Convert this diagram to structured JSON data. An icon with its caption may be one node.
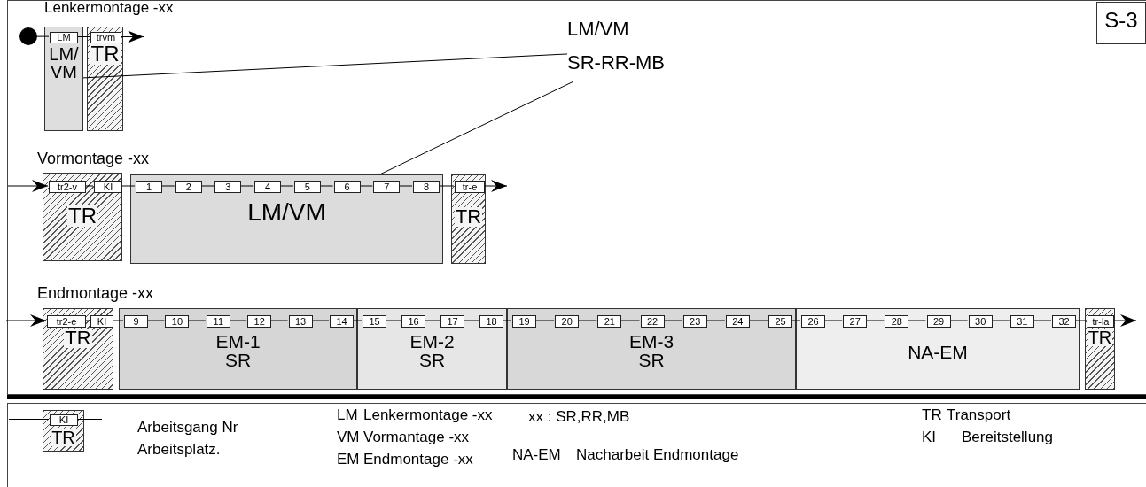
{
  "diagram": {
    "nodes": [
      {
        "text": [],
        "shape": "circle"
      },
      {
        "text": [
          "LM/VM"
        ]
      },
      {
        "text": [
          "LM"
        ],
        "in": 1
      },
      {
        "text": [
          "TR"
        ]
      },
      {
        "text": [
          "trvm"
        ],
        "in": 3
      },
      {
        "text": [
          "LM/VM",
          "SR-RR-MB"
        ]
      },
      {
        "text": [
          "S-3"
        ]
      },
      {
        "text": [
          "TR"
        ]
      },
      {
        "text": [
          "tr2-v"
        ],
        "in": 7
      },
      {
        "text": [
          "KI"
        ],
        "in": 7
      },
      {
        "text": [
          "LM/VM"
        ]
      },
      {
        "text": [
          "1"
        ],
        "in": 10
      },
      {
        "text": [
          "2"
        ],
        "in": 10
      },
      {
        "text": [
          "3"
        ],
        "in": 10
      },
      {
        "text": [
          "4"
        ],
        "in": 10
      },
      {
        "text": [
          "5"
        ],
        "in": 10
      },
      {
        "text": [
          "6"
        ],
        "in": 10
      },
      {
        "text": [
          "7"
        ],
        "in": 10
      },
      {
        "text": [
          "8"
        ],
        "in": 10
      },
      {
        "text": [
          "TR"
        ]
      },
      {
        "text": [
          "tr-e"
        ],
        "in": 19
      },
      {
        "text": [
          "TR"
        ]
      },
      {
        "text": [
          "tr2-e"
        ],
        "in": 21
      },
      {
        "text": [
          "KI"
        ],
        "in": 21
      },
      {
        "text": [
          "EM-1",
          "SR"
        ]
      },
      {
        "text": [
          "9"
        ],
        "in": 24
      },
      {
        "text": [
          "10"
        ],
        "in": 24
      },
      {
        "text": [
          "11"
        ],
        "in": 24
      },
      {
        "text": [
          "12"
        ],
        "in": 24
      },
      {
        "text": [
          "13"
        ],
        "in": 24
      },
      {
        "text": [
          "14"
        ],
        "in": 24
      },
      {
        "text": [
          "EM-2",
          "SR"
        ]
      },
      {
        "text": [
          "15"
        ],
        "in": 31
      },
      {
        "text": [
          "16"
        ],
        "in": 31
      },
      {
        "text": [
          "17"
        ],
        "in": 31
      },
      {
        "text": [
          "18"
        ],
        "in": 31
      },
      {
        "text": [
          "EM-3",
          "SR"
        ]
      },
      {
        "text": [
          "19"
        ],
        "in": 36
      },
      {
        "text": [
          "20"
        ],
        "in": 36
      },
      {
        "text": [
          "21"
        ],
        "in": 36
      },
      {
        "text": [
          "22"
        ],
        "in": 36
      },
      {
        "text": [
          "23"
        ],
        "in": 36
      },
      {
        "text": [
          "24"
        ],
        "in": 36
      },
      {
        "text": [
          "25"
        ],
        "in": 36
      },
      {
        "text": [
          "NA-EM"
        ]
      },
      {
        "text": [
          "26"
        ],
        "in": 44
      },
      {
        "text": [
          "27"
        ],
        "in": 44
      },
      {
        "text": [
          "28"
        ],
        "in": 44
      },
      {
        "text": [
          "29"
        ],
        "in": 44
      },
      {
        "text": [
          "30"
        ],
        "in": 44
      },
      {
        "text": [
          "31"
        ],
        "in": 44
      },
      {
        "text": [
          "32"
        ],
        "in": 44
      },
      {
        "text": [
          "TR"
        ]
      },
      {
        "text": [
          "tr-la"
        ],
        "in": 52
      },
      {
        "text": [
          "TR"
        ]
      },
      {
        "text": [
          "KI"
        ],
        "in": 54
      }
    ],
    "edges": [
      {
        "from": 0,
        "to": 2,
        "arrow": "none"
      },
      {
        "from": 2,
        "to": 4,
        "arrow": "none"
      },
      {
        "from": 4,
        "to": null,
        "arrow": "to"
      },
      {
        "from": 5,
        "to": 1,
        "arrow": "none"
      },
      {
        "from": 5,
        "to": 10,
        "arrow": "none"
      },
      {
        "from": null,
        "to": 8,
        "arrow": "to"
      },
      {
        "from": 8,
        "to": 9,
        "arrow": "none"
      },
      {
        "from": 9,
        "to": 11,
        "arrow": "none"
      },
      {
        "from": 11,
        "to": 12,
        "arrow": "none"
      },
      {
        "from": 12,
        "to": 13,
        "arrow": "none"
      },
      {
        "from": 13,
        "to": 14,
        "arrow": "none"
      },
      {
        "from": 14,
        "to": 15,
        "arrow": "none"
      },
      {
        "from": 15,
        "to": 16,
        "arrow": "none"
      },
      {
        "from": 16,
        "to": 17,
        "arrow": "none"
      },
      {
        "from": 17,
        "to": 18,
        "arrow": "none"
      },
      {
        "from": 18,
        "to": 20,
        "arrow": "none"
      },
      {
        "from": 20,
        "to": null,
        "arrow": "to"
      },
      {
        "from": null,
        "to": 22,
        "arrow": "to"
      },
      {
        "from": 22,
        "to": 23,
        "arrow": "none"
      },
      {
        "from": 23,
        "to": 25,
        "arrow": "none"
      },
      {
        "from": 25,
        "to": 26,
        "arrow": "none"
      },
      {
        "from": 26,
        "to": 27,
        "arrow": "none"
      },
      {
        "from": 27,
        "to": 28,
        "arrow": "none"
      },
      {
        "from": 28,
        "to": 29,
        "arrow": "none"
      },
      {
        "from": 29,
        "to": 30,
        "arrow": "none"
      },
      {
        "from": 30,
        "to": 32,
        "arrow": "none"
      },
      {
        "from": 32,
        "to": 33,
        "arrow": "none"
      },
      {
        "from": 33,
        "to": 34,
        "arrow": "none"
      },
      {
        "from": 34,
        "to": 35,
        "arrow": "none"
      },
      {
        "from": 35,
        "to": 37,
        "arrow": "none"
      },
      {
        "from": 37,
        "to": 38,
        "arrow": "none"
      },
      {
        "from": 38,
        "to": 39,
        "arrow": "none"
      },
      {
        "from": 39,
        "to": 40,
        "arrow": "none"
      },
      {
        "from": 40,
        "to": 41,
        "arrow": "none"
      },
      {
        "from": 41,
        "to": 42,
        "arrow": "none"
      },
      {
        "from": 42,
        "to": 43,
        "arrow": "none"
      },
      {
        "from": 43,
        "to": 45,
        "arrow": "none"
      },
      {
        "from": 45,
        "to": 46,
        "arrow": "none"
      },
      {
        "from": 46,
        "to": 47,
        "arrow": "none"
      },
      {
        "from": 47,
        "to": 48,
        "arrow": "none"
      },
      {
        "from": 48,
        "to": 49,
        "arrow": "none"
      },
      {
        "from": 49,
        "to": 50,
        "arrow": "none"
      },
      {
        "from": 50,
        "to": 51,
        "arrow": "none"
      },
      {
        "from": 51,
        "to": 53,
        "arrow": "none"
      },
      {
        "from": 53,
        "to": null,
        "arrow": "to"
      },
      {
        "from": null,
        "to": 55,
        "arrow": "none"
      },
      {
        "from": 55,
        "to": null,
        "arrow": "none"
      }
    ],
    "labels": [
      "Lenkermontage -xx",
      "Vormontage -xx",
      "Endmontage -xx",
      "Arbeitsgang Nr",
      "Arbeitsplatz.",
      "LM",
      "Lenkermontage -xx",
      "xx : SR,RR,MB",
      "TR",
      "Transport",
      "VM",
      "Vormantage -xx",
      "KI",
      "Bereitstellung",
      "EM",
      "Endmontage -xx",
      "NA-EM",
      "Nacharbeit Endmontage"
    ]
  }
}
